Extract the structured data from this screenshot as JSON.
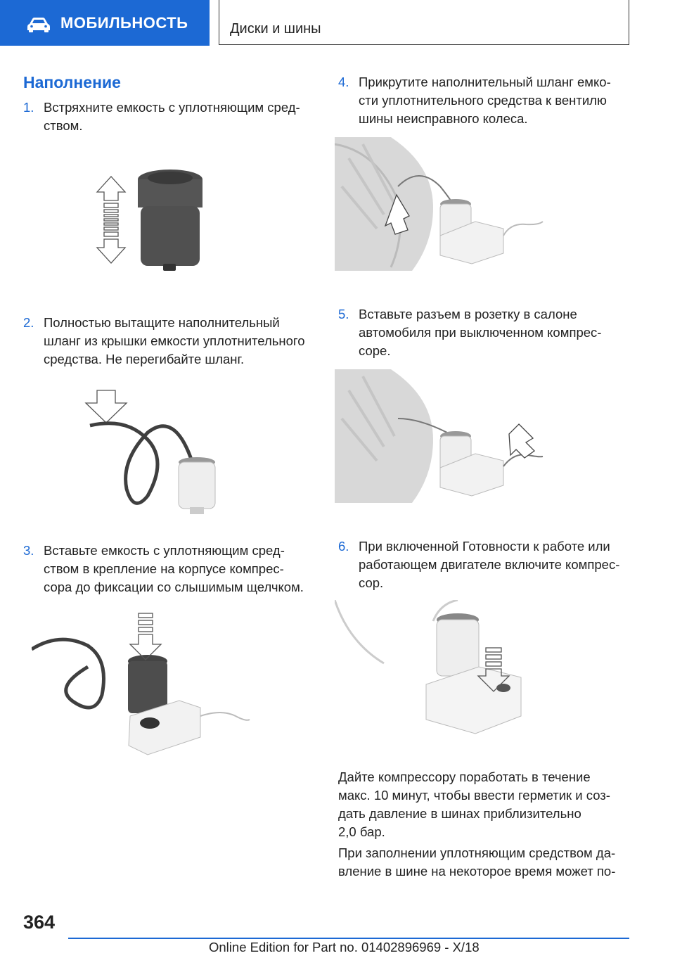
{
  "header": {
    "section": "МОБИЛЬНОСТЬ",
    "chapter": "Диски и шины",
    "section_icon": "car-icon"
  },
  "heading": "Наполнение",
  "steps": [
    {
      "num": "1.",
      "lines": [
        "Встряхните емкость с уплотняющим сред-",
        "ством."
      ]
    },
    {
      "num": "2.",
      "lines": [
        "Полностью вытащите наполнительный",
        "шланг из крышки емкости уплотнительного",
        "средства. Не перегибайте шланг."
      ]
    },
    {
      "num": "3.",
      "lines": [
        "Вставьте емкость с уплотняющим сред-",
        "ством в крепление на корпусе компрес-",
        "сора до фиксации со слышимым щелчком."
      ]
    },
    {
      "num": "4.",
      "lines": [
        "Прикрутите наполнительный шланг емко-",
        "сти уплотнительного средства к вентилю",
        "шины неисправного колеса."
      ]
    },
    {
      "num": "5.",
      "lines": [
        "Вставьте разъем в розетку в салоне",
        "автомобиля при выключенном компрес-",
        "соре."
      ]
    },
    {
      "num": "6.",
      "lines": [
        "При включенной Готовности к работе или",
        "работающем двигателе включите компрес-",
        "сор."
      ]
    }
  ],
  "paragraphs": [
    {
      "lines": [
        "Дайте компрессору поработать в течение",
        "макс. 10 минут, чтобы ввести герметик и соз-",
        "дать давление в шинах приблизительно",
        "2,0 бар."
      ]
    },
    {
      "lines": [
        "При заполнении уплотняющим средством да-",
        "вление в шине на некоторое время может по-"
      ]
    }
  ],
  "footer": {
    "page_number": "364",
    "edition": "Online Edition for Part no. 01402896969 - X/18"
  },
  "colors": {
    "accent": "#1c69d4",
    "text": "#222222"
  }
}
